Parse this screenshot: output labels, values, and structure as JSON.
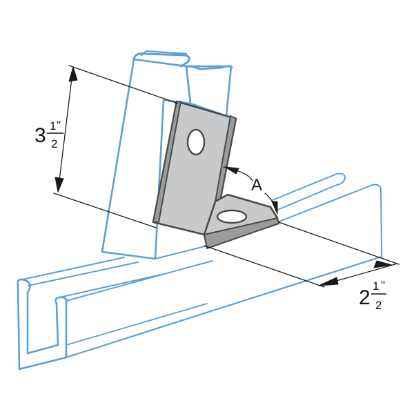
{
  "dimensions": {
    "height": {
      "whole": "3",
      "numerator": "1",
      "denominator": "2",
      "unit": "\""
    },
    "width": {
      "whole": "2",
      "numerator": "1",
      "denominator": "2",
      "unit": "\""
    },
    "angle_label": "A"
  },
  "colors": {
    "channel_stroke": "#5b9fd3",
    "channel_fill": "#ffffff",
    "bracket_face": "#c8c9cb",
    "bracket_dark": "#9a9b9d",
    "bracket_edge": "#4a4a4a",
    "dim_line": "#1a1a1a"
  }
}
